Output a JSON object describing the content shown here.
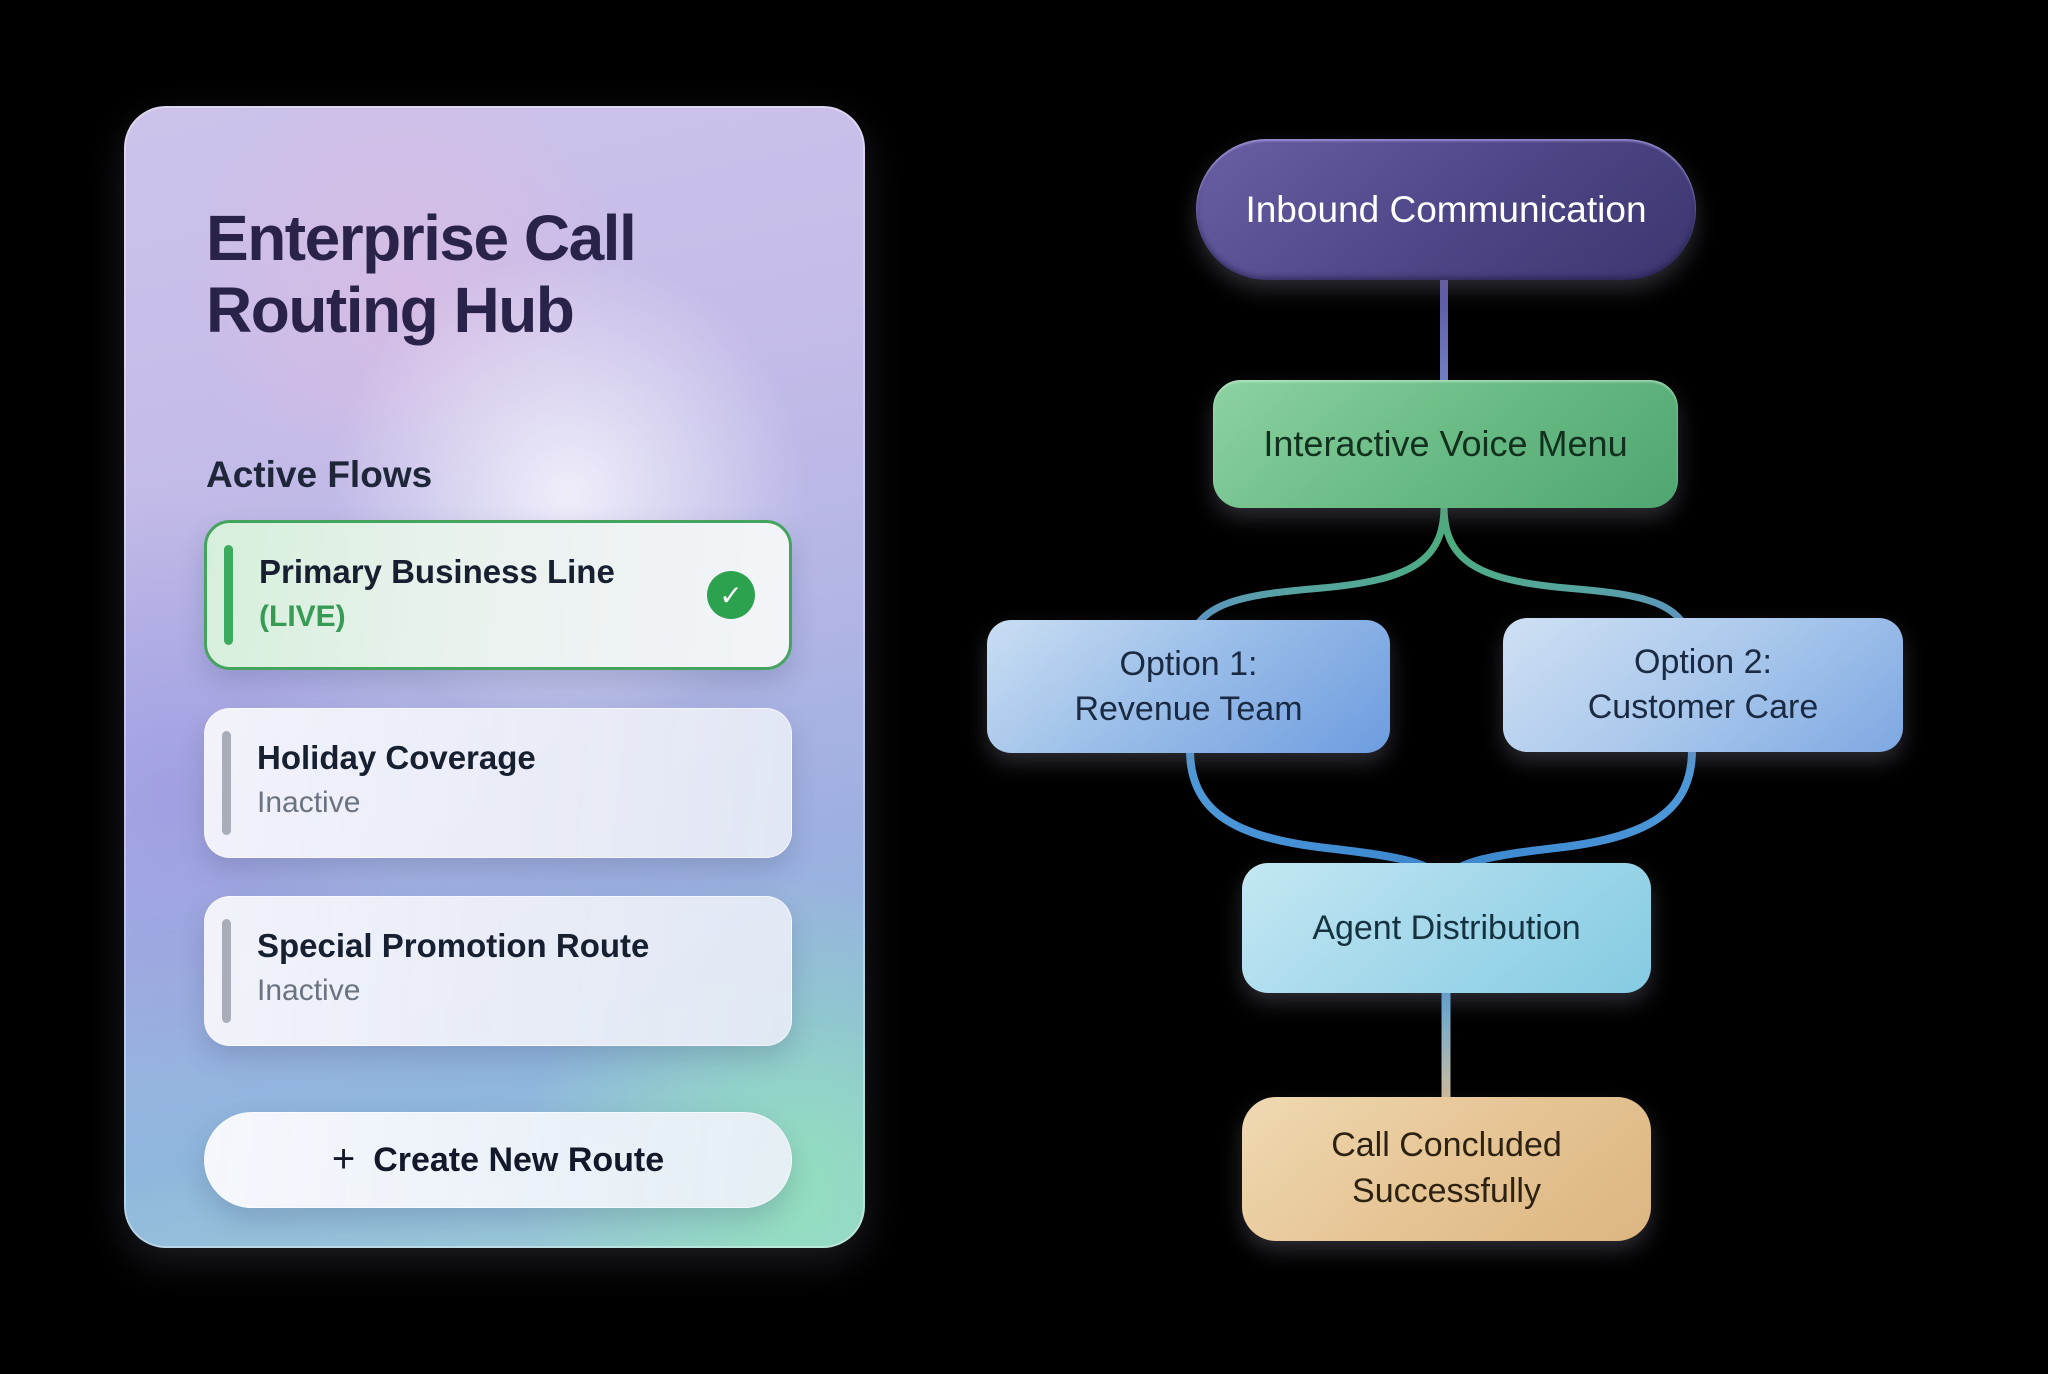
{
  "panel": {
    "title": "Enterprise Call Routing Hub",
    "title_line1": "Enterprise Call",
    "title_line2": "Routing Hub",
    "section_label": "Active Flows",
    "flows": [
      {
        "name": "Primary Business Line",
        "status": "(LIVE)",
        "active": true
      },
      {
        "name": "Holiday Coverage",
        "status": "Inactive",
        "active": false
      },
      {
        "name": "Special Promotion Route",
        "status": "Inactive",
        "active": false
      }
    ],
    "create_button": {
      "plus": "+",
      "label": "Create New Route"
    }
  },
  "flowchart": {
    "inbound": {
      "label": "Inbound Communication"
    },
    "ivm": {
      "label": "Interactive Voice Menu"
    },
    "option1": {
      "line1": "Option 1:",
      "line2": "Revenue Team"
    },
    "option2": {
      "line1": "Option 2:",
      "line2": "Customer Care"
    },
    "agent": {
      "label": "Agent Distribution"
    },
    "concluded": {
      "line1": "Call Concluded",
      "line2": "Successfully"
    }
  },
  "icons": {
    "check": "✓"
  },
  "colors": {
    "background": "#000000",
    "active_green": "#2ca24f",
    "live_text_green": "#379a55",
    "inactive_gray": "#6b7280",
    "panel_title_ink": "#2a2349",
    "node_inbound_purple": "#4a4380",
    "node_ivm_green": "#63b680",
    "node_option_blue": "#8fb4e6",
    "node_agent_cyan": "#a5d9ea",
    "node_concluded_tan": "#e6c696",
    "connector_green": "#4fae7c",
    "connector_blue": "#4793d6",
    "connector_purple": "#5a4fa0"
  }
}
